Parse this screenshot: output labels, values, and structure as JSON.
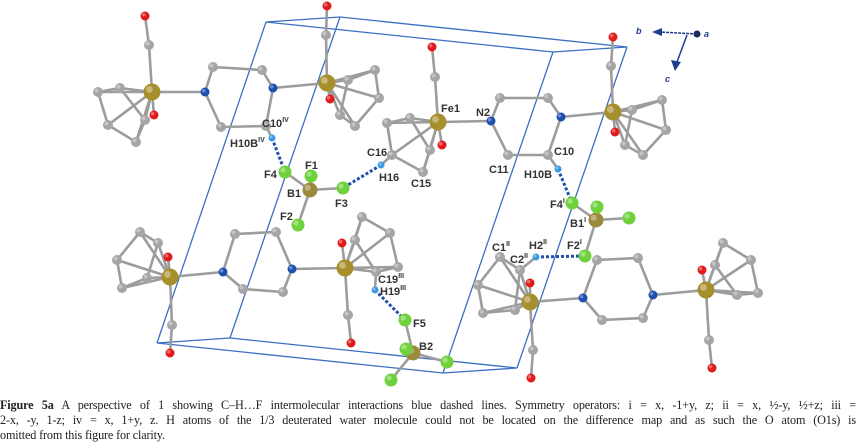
{
  "figure": {
    "atom_labels": {
      "c10iv": {
        "text": "C10",
        "sup": "IV"
      },
      "h10biv": {
        "text": "H10B",
        "sup": "IV"
      },
      "f4": {
        "text": "F4"
      },
      "f1": {
        "text": "F1"
      },
      "b1": {
        "text": "B1"
      },
      "f3": {
        "text": "F3"
      },
      "f2": {
        "text": "F2"
      },
      "c16": {
        "text": "C16"
      },
      "h16": {
        "text": "H16"
      },
      "c15": {
        "text": "C15"
      },
      "fe1": {
        "text": "Fe1"
      },
      "n2": {
        "text": "N2"
      },
      "c11": {
        "text": "C11"
      },
      "c10": {
        "text": "C10"
      },
      "h10b": {
        "text": "H10B"
      },
      "f4i": {
        "text": "F4",
        "sup": "I"
      },
      "b1i": {
        "text": "B1",
        "sup": "I"
      },
      "f2i": {
        "text": "F2",
        "sup": "I"
      },
      "h2ii": {
        "text": "H2",
        "sup": "II"
      },
      "c1ii": {
        "text": "C1",
        "sup": "II"
      },
      "c2ii": {
        "text": "C2",
        "sup": "II"
      },
      "c19iii": {
        "text": "C19",
        "sup": "III"
      },
      "h19iii": {
        "text": "H19",
        "sup": "III"
      },
      "f5": {
        "text": "F5"
      },
      "b2": {
        "text": "B2"
      }
    },
    "axes": {
      "a": "a",
      "b": "b",
      "c": "c"
    },
    "colors": {
      "cell": "#3a6fc4",
      "hbond": "#1f4fb0",
      "carbon": "#a5a5a5",
      "iron": "#a88f2e",
      "nitrogen": "#1c4fae",
      "oxygen": "#e01b1b",
      "fluorine": "#6fd23c",
      "hydrogen": "#3a9be0",
      "boron": "#9c8a3c"
    }
  },
  "caption": {
    "label": "Figure 5a",
    "line1": "A perspective of 1 showing C–H…F intermolecular interactions blue dashed lines. Symmetry operators: i = x, -1+y, z; ii = x, ½-y, ½+z; iii =",
    "line2": "2-x, -y, 1-z; iv = x, 1+y, z. H atoms of the 1/3 deuterated water molecule could not be located on the difference map and as such the O atom (O1s) is",
    "line3": "omitted from this figure for clarity."
  }
}
